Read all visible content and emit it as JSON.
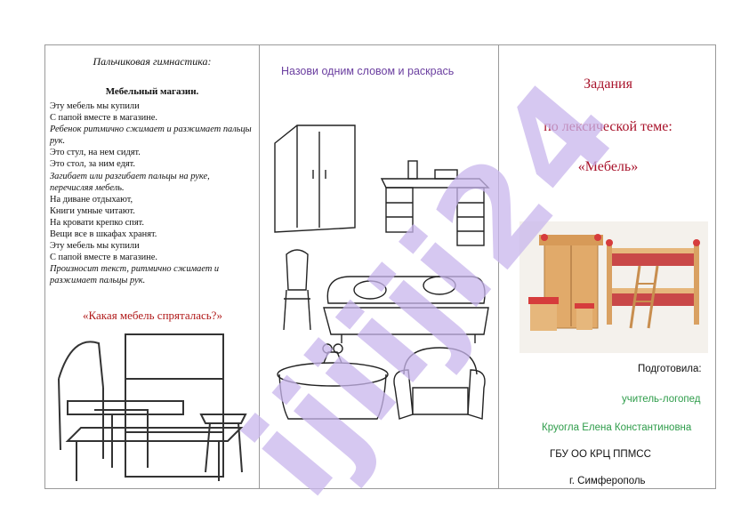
{
  "left_column": {
    "gymnastics_header": "Пальчиковая гимнастика:",
    "poem_title": "Мебельный магазин.",
    "poem_lines": [
      {
        "text": "Эту мебель мы купили",
        "instr": false
      },
      {
        "text": "С папой вместе в магазине.",
        "instr": false
      },
      {
        "text": "Ребенок ритмично сжимает и разжимает пальцы рук.",
        "instr": true
      },
      {
        "text": "Это стул, на нем сидят.",
        "instr": false
      },
      {
        "text": "Это стол, за ним едят.",
        "instr": false
      },
      {
        "text": "Загибает или разгибает пальцы на руке, перечисляя мебель.",
        "instr": true
      },
      {
        "text": "На диване отдыхают,",
        "instr": false
      },
      {
        "text": "Книги умные читают.",
        "instr": false
      },
      {
        "text": "На кровати крепко спят.",
        "instr": false
      },
      {
        "text": "Вещи все в шкафах хранят.",
        "instr": false
      },
      {
        "text": "Эту мебель мы купили",
        "instr": false
      },
      {
        "text": "С папой вместе в магазине.",
        "instr": false
      },
      {
        "text": "Произносит текст, ритмично сжимает и разжимает пальцы рук.",
        "instr": true
      }
    ],
    "hidden_title": "«Какая мебель спряталась?»"
  },
  "middle_column": {
    "header": "Назови одним словом и раскрась"
  },
  "right_column": {
    "title_line1": "Задания",
    "title_line2": "по лексической теме:",
    "title_line3": "«Мебель»",
    "prepared_by": "Подготовила:",
    "position": "учитель-логопед",
    "author": "Круогла Елена Константиновна",
    "org": "ГБУ ОО КРЦ ППМСС",
    "city": "г. Симферополь"
  },
  "watermark_text": "ijiiji24",
  "colors": {
    "title_red": "#a8122a",
    "purple": "#6b3fa0",
    "green": "#2e9c4a",
    "watermark": "#c8b6ec"
  }
}
